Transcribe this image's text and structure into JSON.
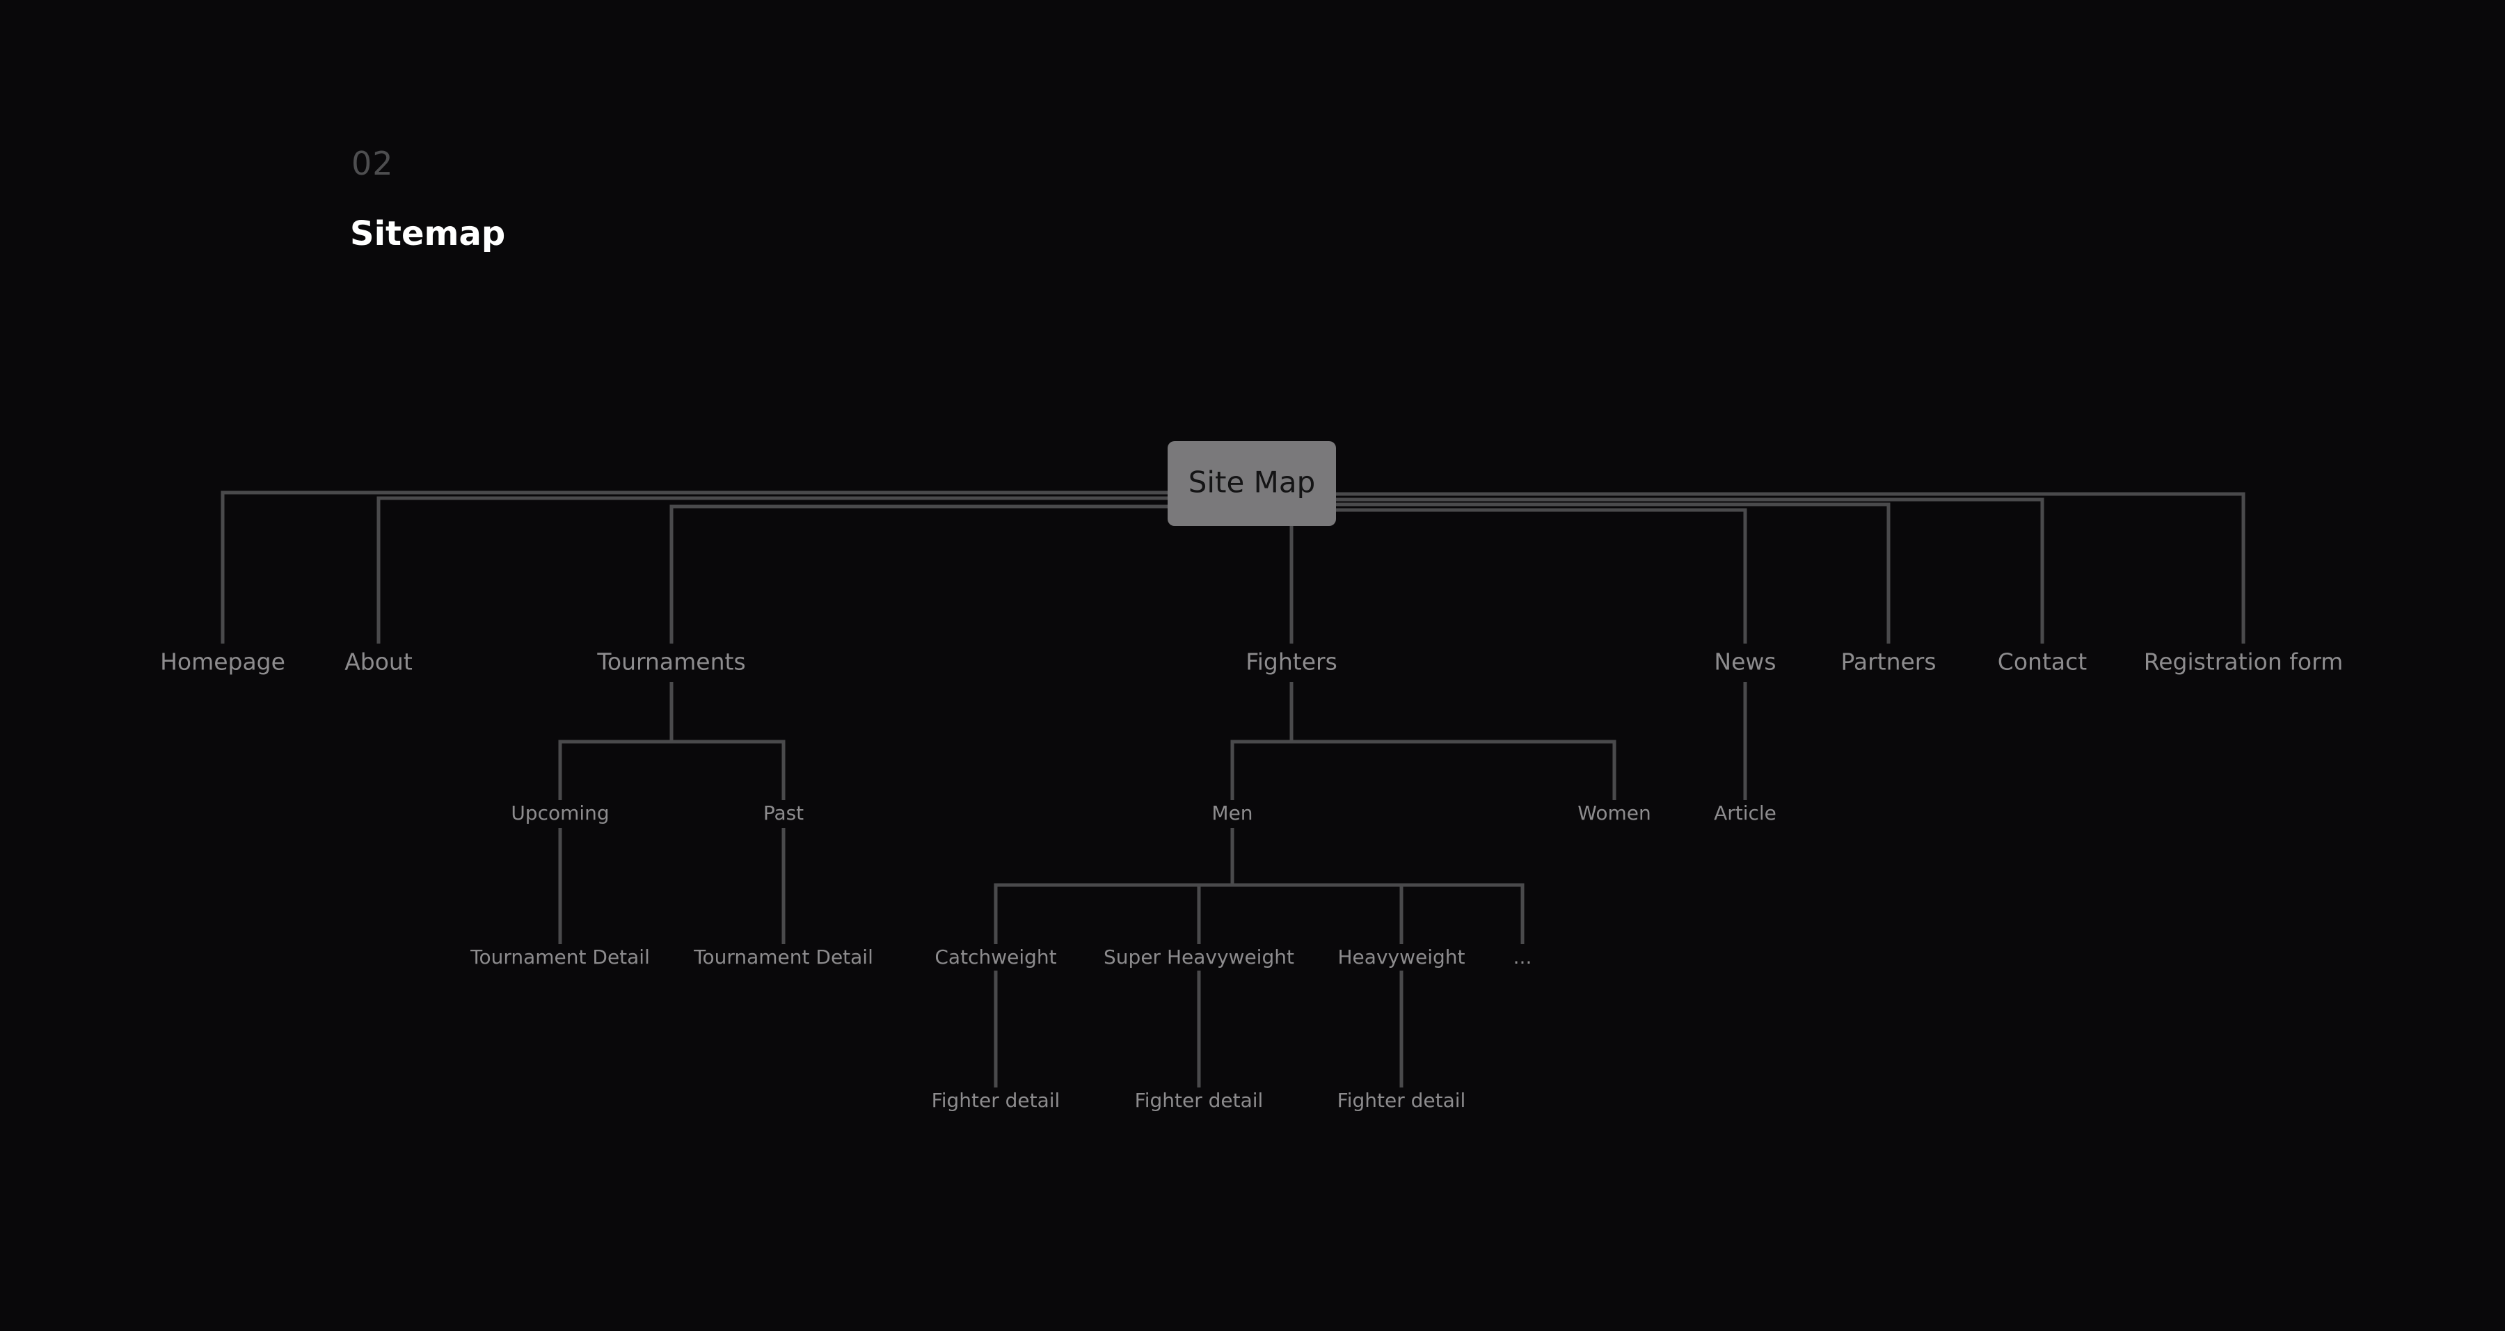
{
  "header": {
    "number": "02",
    "title": "Sitemap"
  },
  "root": {
    "label": "Site Map"
  },
  "pages": {
    "homepage": "Homepage",
    "about": "About",
    "tournaments": "Tournaments",
    "fighters": "Fighters",
    "news": "News",
    "partners": "Partners",
    "contact": "Contact",
    "registration": "Registration form",
    "upcoming": "Upcoming",
    "past": "Past",
    "upcoming_detail": "Tournament Detail",
    "past_detail": "Tournament Detail",
    "men": "Men",
    "women": "Women",
    "article": "Article",
    "catchweight": "Catchweight",
    "super_heavyweight": "Super Heavyweight",
    "heavyweight": "Heavyweight",
    "more": "...",
    "catchweight_detail": "Fighter detail",
    "super_heavyweight_detail": "Fighter detail",
    "heavyweight_detail": "Fighter detail"
  }
}
